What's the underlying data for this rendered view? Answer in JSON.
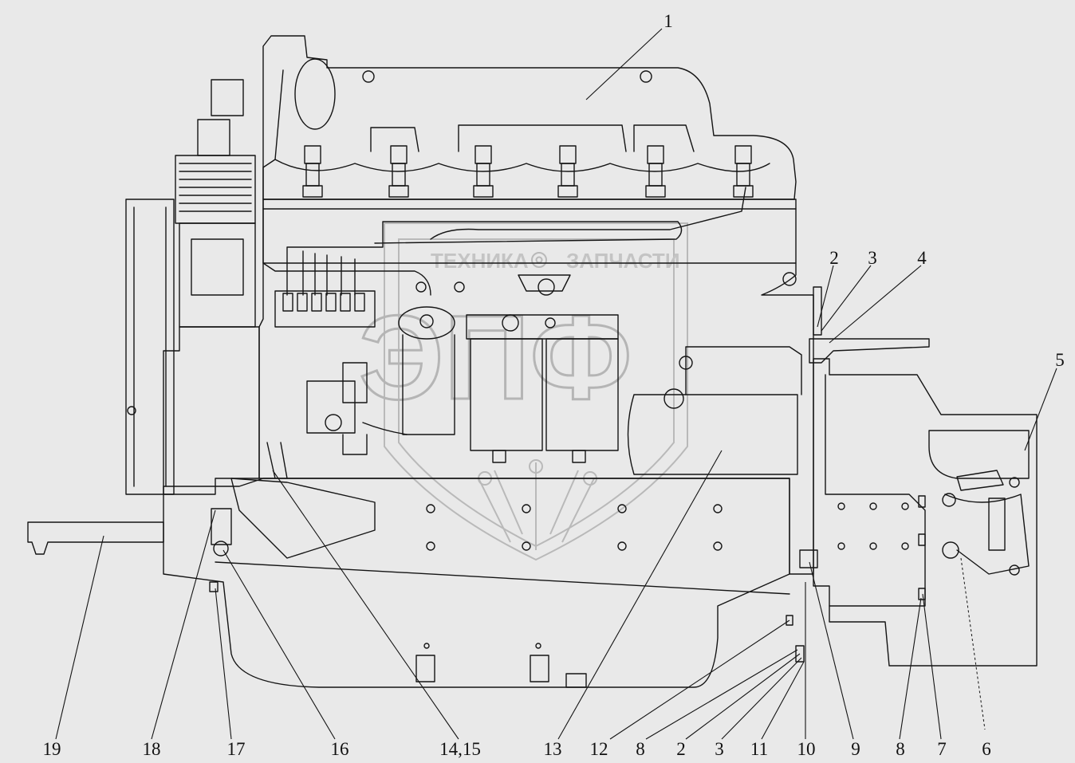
{
  "watermark": {
    "text_left": "ТЕХНИКА",
    "text_right": "ЗАПЧАСТИ",
    "big": "ЭПФ"
  },
  "callouts": [
    {
      "id": "1",
      "label": "1"
    },
    {
      "id": "2a",
      "label": "2"
    },
    {
      "id": "3a",
      "label": "3"
    },
    {
      "id": "4",
      "label": "4"
    },
    {
      "id": "5",
      "label": "5"
    },
    {
      "id": "19",
      "label": "19"
    },
    {
      "id": "18",
      "label": "18"
    },
    {
      "id": "17",
      "label": "17"
    },
    {
      "id": "16",
      "label": "16"
    },
    {
      "id": "14-15",
      "label": "14,15"
    },
    {
      "id": "13",
      "label": "13"
    },
    {
      "id": "12",
      "label": "12"
    },
    {
      "id": "8a",
      "label": "8"
    },
    {
      "id": "2b",
      "label": "2"
    },
    {
      "id": "3b",
      "label": "3"
    },
    {
      "id": "11",
      "label": "11"
    },
    {
      "id": "10",
      "label": "10"
    },
    {
      "id": "9",
      "label": "9"
    },
    {
      "id": "8b",
      "label": "8"
    },
    {
      "id": "7",
      "label": "7"
    },
    {
      "id": "6",
      "label": "6"
    }
  ]
}
